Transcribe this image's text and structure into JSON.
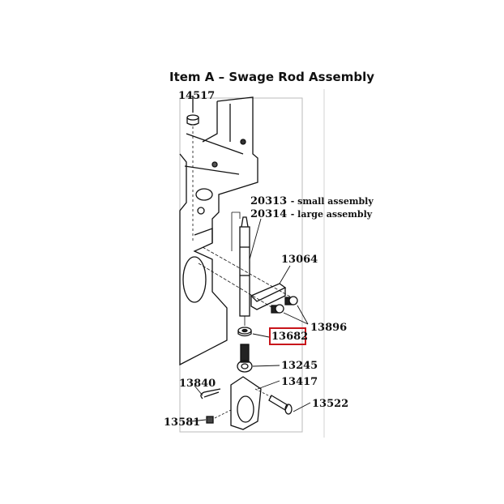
{
  "title": "Item A – Swage Rod Assembly",
  "highlight_color": "#c8151b",
  "parts": [
    {
      "number": "14517"
    },
    {
      "number": "20313",
      "desc": "- small assembly"
    },
    {
      "number": "20314",
      "desc": "- large assembly"
    },
    {
      "number": "13064"
    },
    {
      "number": "13896"
    },
    {
      "number": "13682",
      "highlighted": true
    },
    {
      "number": "13245"
    },
    {
      "number": "13417"
    },
    {
      "number": "13840"
    },
    {
      "number": "13522"
    },
    {
      "number": "13581"
    }
  ]
}
